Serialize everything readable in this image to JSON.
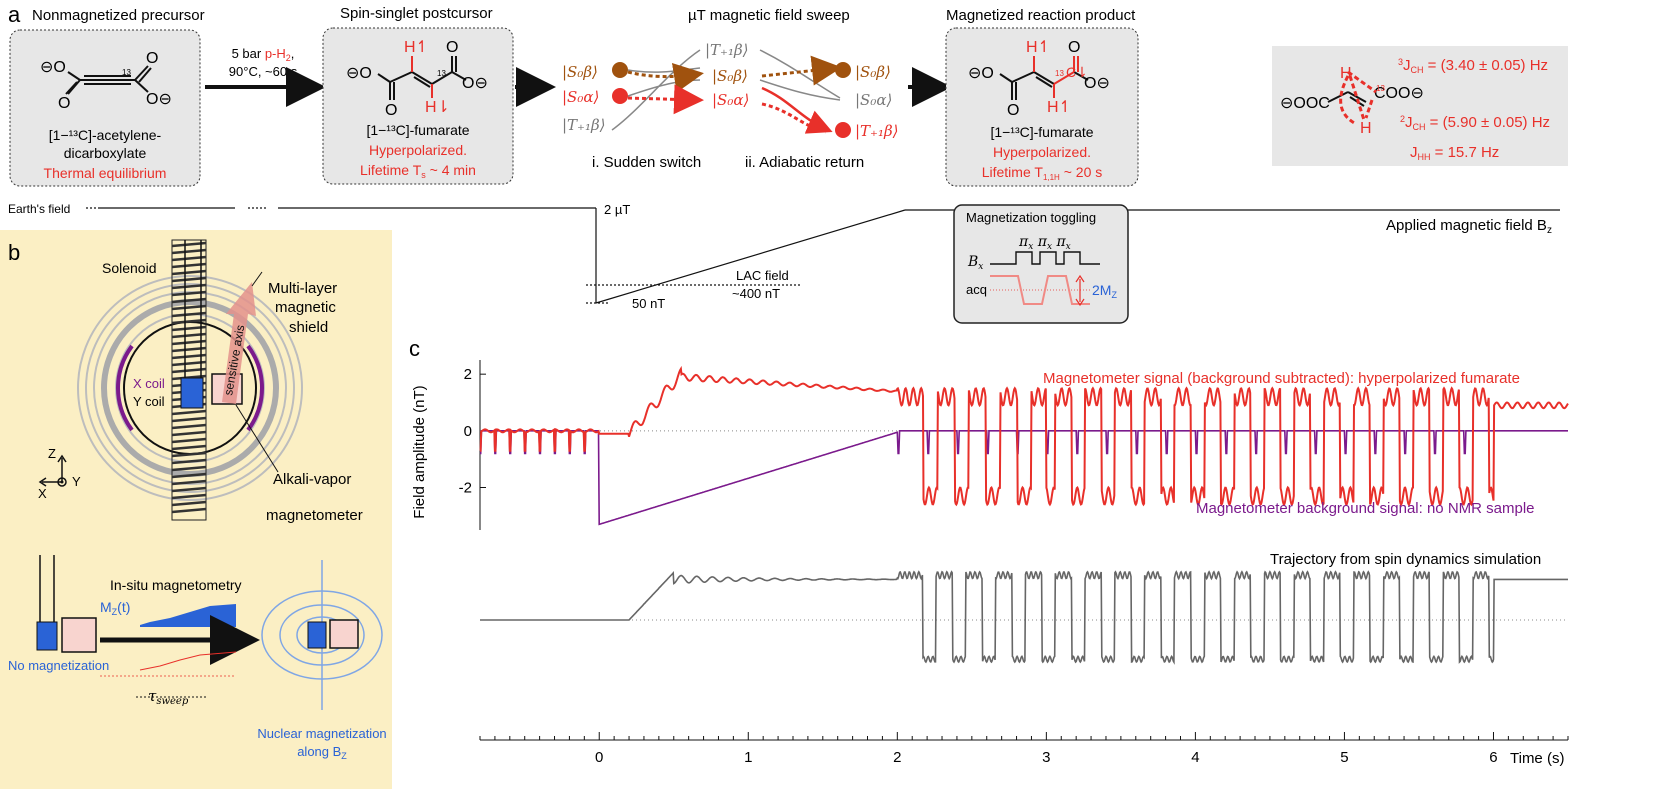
{
  "panel_a": {
    "label": "a",
    "step1": {
      "title": "Nonmagnetized precursor",
      "name_line1": "[1−¹³C]-acetylene-",
      "name_line2": "dicarboxylate",
      "status": "Thermal equilibrium",
      "c13": "13"
    },
    "arrow1": {
      "line1_prefix": "5 bar ",
      "line1_red": "p-H",
      "line1_sub": "2",
      "line1_suffix": ",",
      "line2": "90°C, ~60 s"
    },
    "step2": {
      "title": "Spin-singlet postcursor",
      "name": "[1−¹³C]-fumarate",
      "status1": "Hyperpolarized.",
      "status2": "Lifetime T",
      "status2_sub": "s",
      "status2_end": " ~ 4 min",
      "c13": "13"
    },
    "sweep": {
      "title": "µT magnetic field sweep",
      "states_left": [
        "|S₀β⟩",
        "|S₀α⟩",
        "|T₊₁β⟩"
      ],
      "states_mid": [
        "|T₊₁β⟩",
        "|S₀β⟩",
        "|S₀α⟩"
      ],
      "states_right": [
        "|S₀β⟩",
        "|S₀α⟩",
        "|T₊₁β⟩"
      ],
      "caption_i": "i. Sudden switch",
      "caption_ii": "ii. Adiabatic return"
    },
    "step3": {
      "title": "Magnetized reaction product",
      "name": "[1−¹³C]-fumarate",
      "status1": "Hyperpolarized.",
      "status2": "Lifetime T",
      "status2_sub": "1,1H",
      "status2_end": " ~ 20 s",
      "c13": "13"
    },
    "couplings": {
      "j1": "³J",
      "j1_sub": "CH",
      "j1_val": " = (3.40 ± 0.05) Hz",
      "j2": "²J",
      "j2_sub": "CH",
      "j2_val": " = (5.90 ± 0.05) Hz",
      "j3": "J",
      "j3_sub": "HH",
      "j3_val": " = 15.7 Hz",
      "mol_left": "⊖OOC",
      "mol_right": "COO⊖",
      "c13": "13"
    }
  },
  "field_profile": {
    "earth_label": "Earth's field",
    "level_2uT": "2 µT",
    "lac_label1": "LAC field",
    "lac_label2": "~400 nT",
    "low_label": "50 nT",
    "applied_label": "Applied magnetic field B",
    "applied_sub": "z"
  },
  "toggle_box": {
    "title": "Magnetization toggling",
    "pulse": "π",
    "pulse_sub": "x",
    "bx": "B",
    "bx_sub": "x",
    "acq": "acq",
    "mz": "2M",
    "mz_sub": "Z"
  },
  "panel_b": {
    "label": "b",
    "solenoid": "Solenoid",
    "shield": [
      "Multi-layer",
      "magnetic",
      "shield"
    ],
    "sensitive_axis": "sensitive axis",
    "x_coil": "X coil",
    "y_coil": "Y coil",
    "magnetometer": [
      "Alkali-vapor",
      "magnetometer"
    ],
    "axes": {
      "z": "Z",
      "x": "X",
      "y": "Y"
    },
    "insitu": "In-situ magnetometry",
    "mz": "M",
    "mz_sub": "Z",
    "mz_end": "(t)",
    "no_mag": "No magnetization",
    "tau": "τ",
    "tau_sub": "sweep",
    "nuclear": [
      "Nuclear magnetization",
      "along B"
    ],
    "nuclear_sub": "Z"
  },
  "panel_c": {
    "label": "c",
    "ylabel": "Field amplitude (nT)",
    "xlabel": "Time (s)",
    "signal_label": "Magnetometer signal (background subtracted): hyperpolarized fumarate",
    "background_label": "Magnetometer background signal: no NMR sample",
    "sim_label": "Trajectory from spin dynamics simulation"
  },
  "colors": {
    "red": "#e8302a",
    "purple": "#7b1a8c",
    "gray": "#666666",
    "blue": "#2a63d6",
    "brown": "#a0520e",
    "panel_bg": "#e7e7e7",
    "b_bg": "#fbefc4"
  },
  "chart_data": {
    "type": "line",
    "xlabel": "Time (s)",
    "ylabel": "Field amplitude (nT)",
    "xlim": [
      -0.8,
      6.5
    ],
    "ylim": [
      -3.5,
      2.5
    ],
    "xticks": [
      0,
      1,
      2,
      3,
      4,
      5,
      6
    ],
    "yticks": [
      -2,
      0,
      2
    ],
    "series": [
      {
        "name": "Magnetometer signal (background subtracted): hyperpolarized fumarate",
        "x": [
          -0.8,
          0.0,
          0.2,
          0.3,
          0.4,
          0.5,
          0.6,
          0.8,
          1.0,
          1.5,
          2.0,
          2.02,
          6.0,
          6.5
        ],
        "y": [
          0,
          0,
          -0.1,
          0.2,
          1.3,
          2.0,
          1.8,
          1.75,
          1.7,
          1.55,
          1.35,
          -2.5,
          0.8,
          1.1
        ]
      },
      {
        "name": "Magnetometer background signal: no NMR sample",
        "x": [
          -0.8,
          -0.02,
          0.0,
          2.0,
          2.02,
          6.5
        ],
        "y": [
          0,
          0,
          -3.3,
          -0.05,
          0,
          0
        ]
      },
      {
        "name": "Trajectory from spin dynamics simulation",
        "x": [
          -0.8,
          0.2,
          0.4,
          0.5,
          1.0,
          2.0,
          2.02,
          6.0,
          6.5
        ],
        "y": [
          0,
          0.05,
          1.0,
          1.6,
          1.45,
          1.45,
          -1.5,
          1.45,
          1.45
        ]
      }
    ]
  }
}
